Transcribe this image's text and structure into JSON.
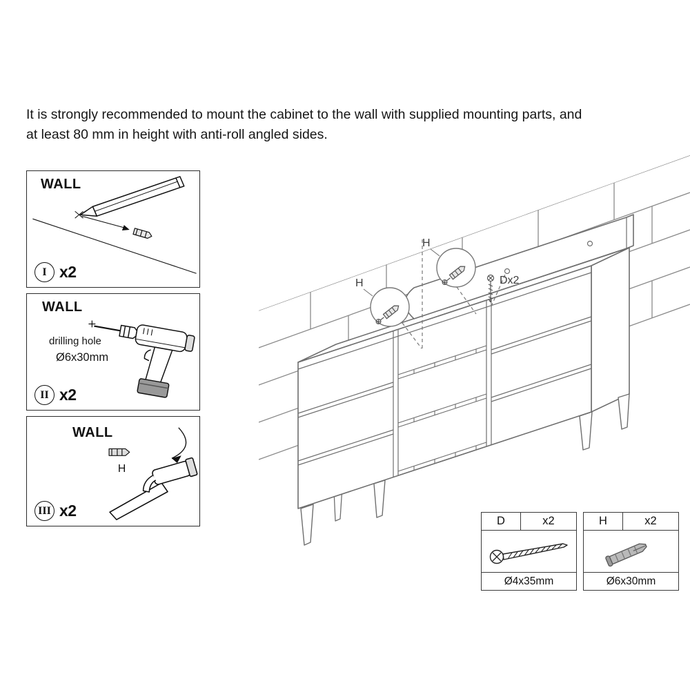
{
  "intro": {
    "line1": "It is strongly recommended to mount the cabinet to the wall with supplied mounting parts, and",
    "line2": "at least 80 mm in height with anti-roll angled sides."
  },
  "steps": {
    "one": {
      "numeral": "I",
      "count": "x2",
      "wall": "WALL",
      "icon": "pencil-icon"
    },
    "two": {
      "numeral": "II",
      "count": "x2",
      "wall": "WALL",
      "note1": "drilling hole",
      "note2": "Ø6x30mm",
      "icon": "drill-icon"
    },
    "three": {
      "numeral": "III",
      "count": "x2",
      "wall": "WALL",
      "anchor_label": "H",
      "icon": "hammer-icon"
    }
  },
  "scene": {
    "label_h_lower": "H",
    "label_h_upper": "H",
    "label_d": "Dx2"
  },
  "parts": {
    "d": {
      "id": "D",
      "qty": "x2",
      "size": "Ø4x35mm",
      "icon": "screw-icon"
    },
    "h": {
      "id": "H",
      "qty": "x2",
      "size": "Ø6x30mm",
      "icon": "wall-anchor-icon"
    }
  },
  "colors": {
    "line_art": "#111111",
    "cabinet_line": "#6e6e6e",
    "brick_line": "#8a8a8a",
    "anchor_fill": "#b9b9b9"
  }
}
